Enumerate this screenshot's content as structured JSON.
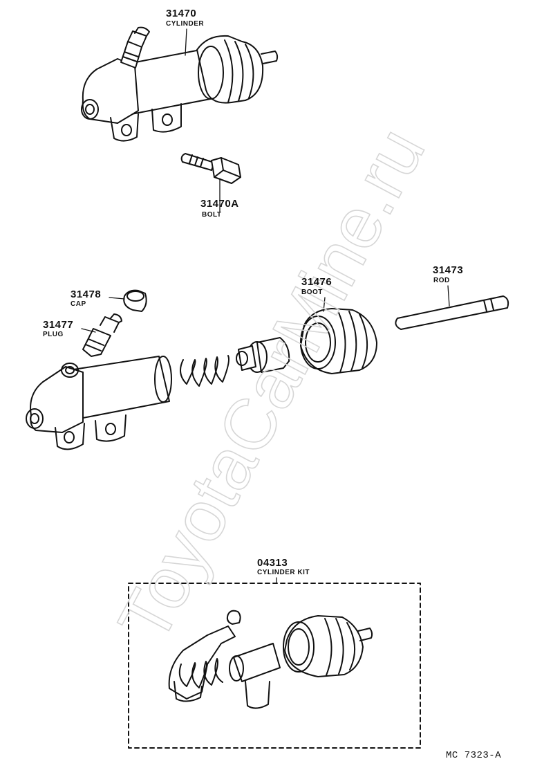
{
  "watermark": "ToyotaCarMine.ru",
  "diagram_code": "MC  7323-A",
  "parts": {
    "cylinder": {
      "number": "31470",
      "name": "CYLINDER"
    },
    "bolt": {
      "number": "31470A",
      "name": "BOLT"
    },
    "cap": {
      "number": "31478",
      "name": "CAP"
    },
    "plug": {
      "number": "31477",
      "name": "PLUG"
    },
    "boot": {
      "number": "31476",
      "name": "BOOT"
    },
    "rod": {
      "number": "31473",
      "name": "ROD"
    },
    "kit": {
      "number": "04313",
      "name": "CYLINDER KIT"
    }
  }
}
